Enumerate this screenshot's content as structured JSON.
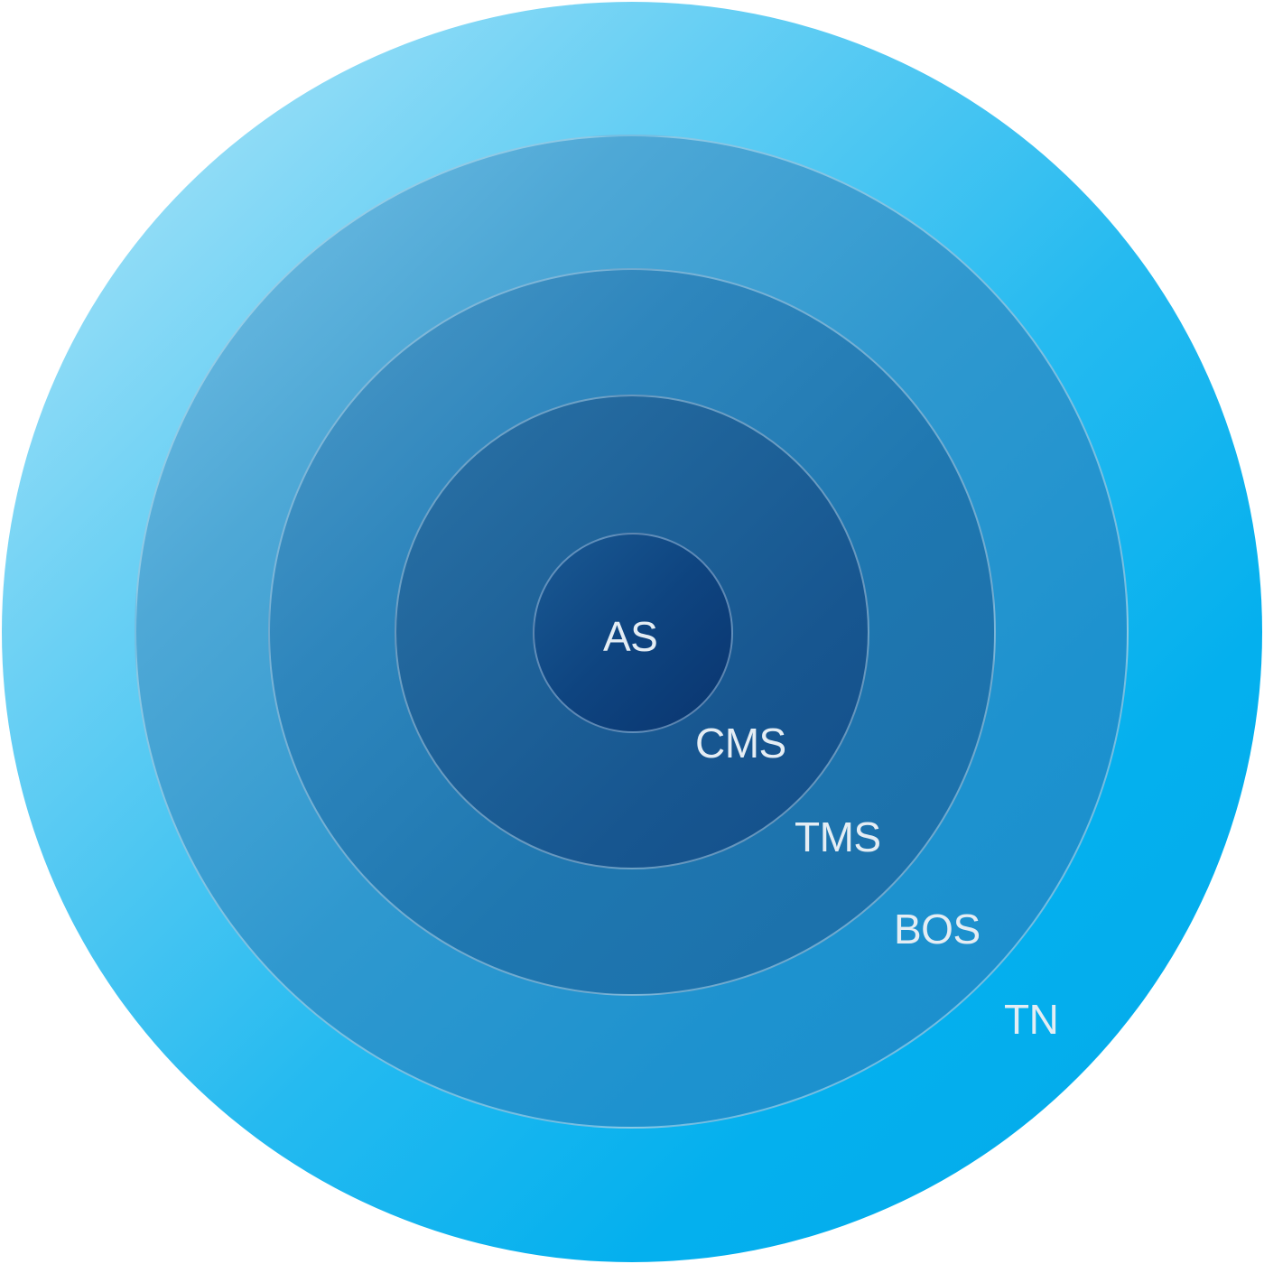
{
  "diagram": {
    "layers": [
      {
        "id": "tn",
        "label": "TN"
      },
      {
        "id": "bos",
        "label": "BOS"
      },
      {
        "id": "tms",
        "label": "TMS"
      },
      {
        "id": "cms",
        "label": "CMS"
      },
      {
        "id": "as",
        "label": "AS"
      }
    ],
    "colors": {
      "outer": "#04b0ee",
      "bos": "#1d92cf",
      "tms": "#1f77b0",
      "cms": "#175690",
      "core": "#0a356f",
      "label_text": "#e4edf4"
    }
  }
}
